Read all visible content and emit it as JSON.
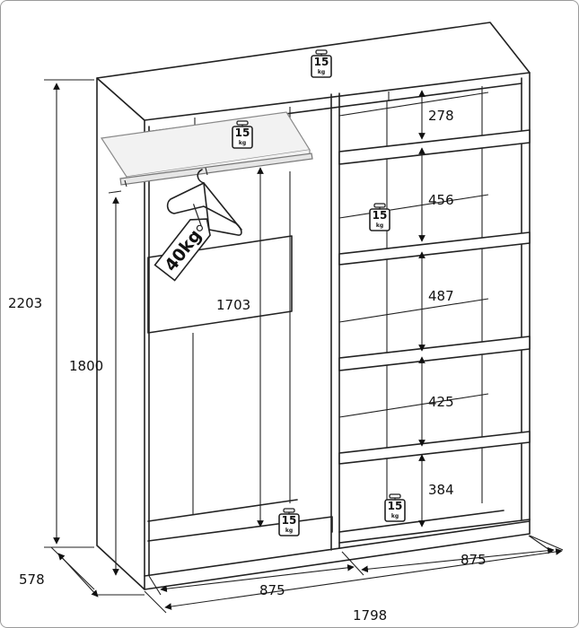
{
  "dimensions": {
    "total_height": "2203",
    "rod_height": "1800",
    "hanging_height": "1703",
    "depth": "578",
    "total_width": "1798",
    "left_width": "875",
    "right_width": "875",
    "shelf_gap_1": "278",
    "shelf_gap_2": "456",
    "shelf_gap_3": "487",
    "shelf_gap_4": "425",
    "shelf_gap_5": "384"
  },
  "weights": {
    "shelf_load_value": "15",
    "shelf_load_unit": "kg",
    "rod_load": "40kg"
  },
  "colors": {
    "line": "#222222",
    "rod_shelf": "#8a8a8a"
  }
}
